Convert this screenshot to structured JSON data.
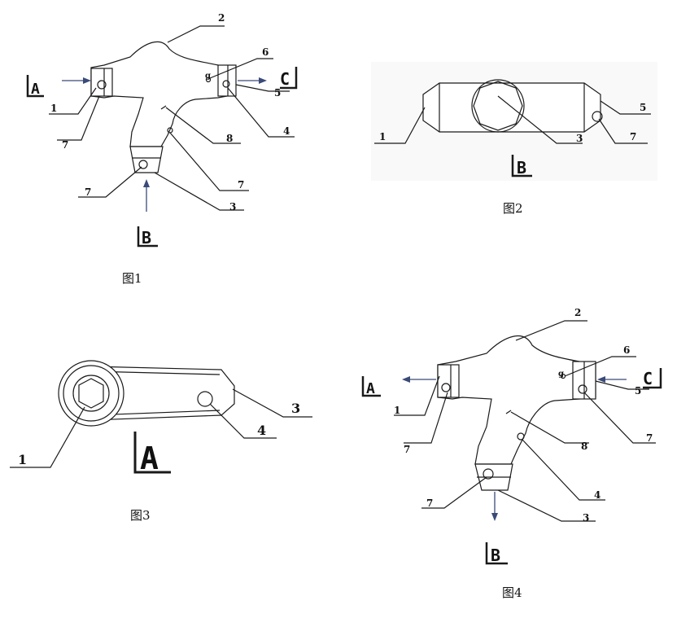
{
  "figures": [
    {
      "id": "fig1",
      "caption": "图1",
      "callouts": [
        "1",
        "2",
        "6",
        "5",
        "7",
        "8",
        "4",
        "7",
        "3",
        "7"
      ],
      "section_labels": [
        "A",
        "C",
        "B"
      ]
    },
    {
      "id": "fig2",
      "caption": "图2",
      "callouts": [
        "1",
        "3",
        "5",
        "7"
      ],
      "section_labels": [
        "B"
      ]
    },
    {
      "id": "fig3",
      "caption": "图3",
      "callouts": [
        "1",
        "3",
        "4"
      ],
      "section_labels": [
        "A"
      ]
    },
    {
      "id": "fig4",
      "caption": "图4",
      "callouts": [
        "2",
        "6",
        "5",
        "1",
        "7",
        "8",
        "4",
        "7",
        "3",
        "7"
      ],
      "section_labels": [
        "A",
        "C",
        "B"
      ]
    }
  ],
  "colors": {
    "line": "#1a1a1a",
    "arrow": "#3a4a78",
    "background": "#ffffff"
  }
}
